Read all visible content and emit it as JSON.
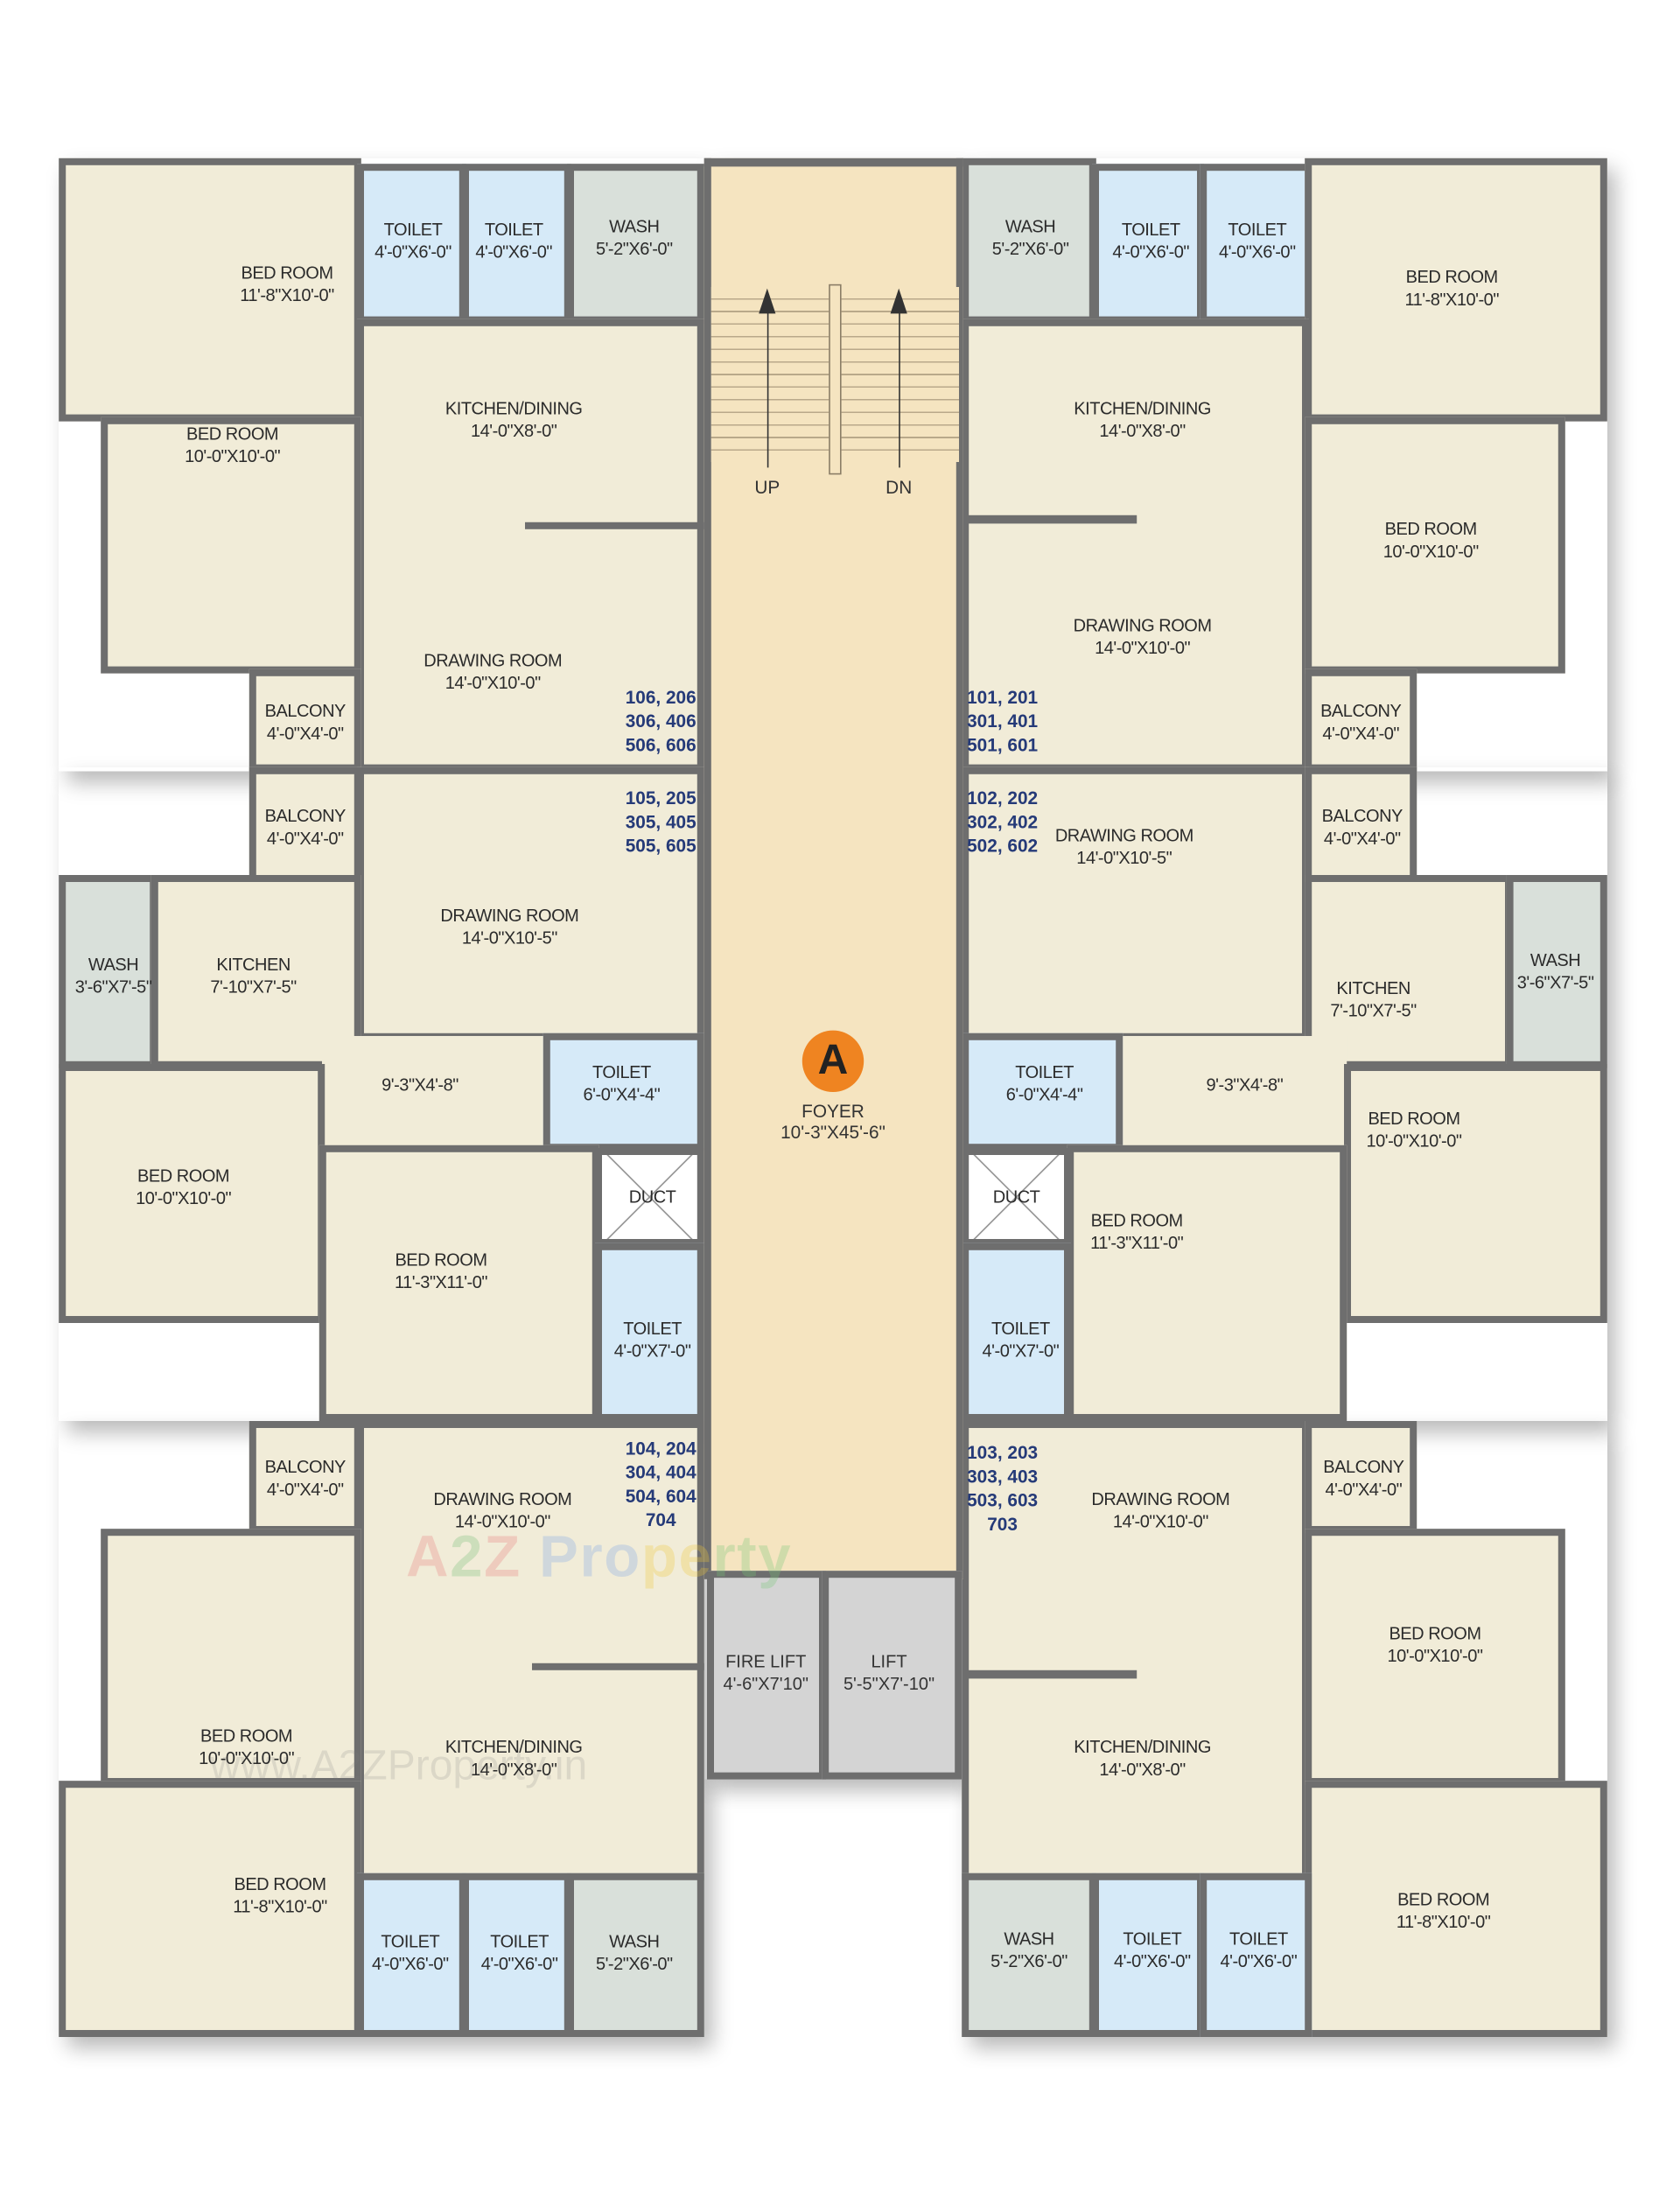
{
  "colors": {
    "wall": "#6e6e6e",
    "room": "#f1ecd8",
    "toilet": "#d6eaf8",
    "wash": "#d9e0da",
    "foyer": "#f5e4c0",
    "lift": "#d4d4d4",
    "unit_numbers": "#253a78",
    "badge": "#ef8421"
  },
  "watermark": {
    "logo": "A2Z Property",
    "url": "www.A2ZProperty.in"
  },
  "core": {
    "stairs": {
      "up": "UP",
      "down": "DN"
    },
    "badge": "A",
    "foyer": {
      "name": "FOYER",
      "size": "10'-3\"X45'-6\""
    },
    "fire_lift": {
      "name": "FIRE LIFT",
      "size": "4'-6\"X7'10\""
    },
    "lift": {
      "name": "LIFT",
      "size": "5'-5\"X7'-10\""
    }
  },
  "units": [
    {
      "numbers": [
        "106, 206",
        "306, 406",
        "506, 606"
      ],
      "rooms": [
        {
          "name": "BED ROOM",
          "size": "11'-8\"X10'-0\""
        },
        {
          "name": "TOILET",
          "size": "4'-0\"X6'-0\""
        },
        {
          "name": "TOILET",
          "size": "4'-0\"X6'-0\""
        },
        {
          "name": "WASH",
          "size": "5'-2\"X6'-0\""
        },
        {
          "name": "KITCHEN/DINING",
          "size": "14'-0\"X8'-0\""
        },
        {
          "name": "BED ROOM",
          "size": "10'-0\"X10'-0\""
        },
        {
          "name": "DRAWING ROOM",
          "size": "14'-0\"X10'-0\""
        },
        {
          "name": "BALCONY",
          "size": "4'-0\"X4'-0\""
        }
      ]
    },
    {
      "numbers": [
        "101, 201",
        "301, 401",
        "501, 601"
      ],
      "rooms": [
        {
          "name": "WASH",
          "size": "5'-2\"X6'-0\""
        },
        {
          "name": "TOILET",
          "size": "4'-0\"X6'-0\""
        },
        {
          "name": "TOILET",
          "size": "4'-0\"X6'-0\""
        },
        {
          "name": "BED ROOM",
          "size": "11'-8\"X10'-0\""
        },
        {
          "name": "KITCHEN/DINING",
          "size": "14'-0\"X8'-0\""
        },
        {
          "name": "BED ROOM",
          "size": "10'-0\"X10'-0\""
        },
        {
          "name": "DRAWING ROOM",
          "size": "14'-0\"X10'-0\""
        },
        {
          "name": "BALCONY",
          "size": "4'-0\"X4'-0\""
        }
      ]
    },
    {
      "numbers": [
        "105, 205",
        "305, 405",
        "505, 605"
      ],
      "rooms": [
        {
          "name": "BALCONY",
          "size": "4'-0\"X4'-0\""
        },
        {
          "name": "DRAWING ROOM",
          "size": "14'-0\"X10'-5\""
        },
        {
          "name": "WASH",
          "size": "3'-6\"X7'-5\""
        },
        {
          "name": "KITCHEN",
          "size": "7'-10\"X7'-5\""
        },
        {
          "name": "",
          "size": "9'-3\"X4'-8\""
        },
        {
          "name": "TOILET",
          "size": "6'-0\"X4'-4\""
        },
        {
          "name": "BED ROOM",
          "size": "10'-0\"X10'-0\""
        },
        {
          "name": "BED ROOM",
          "size": "11'-3\"X11'-0\""
        },
        {
          "name": "DUCT",
          "size": ""
        },
        {
          "name": "TOILET",
          "size": "4'-0\"X7'-0\""
        }
      ]
    },
    {
      "numbers": [
        "102, 202",
        "302, 402",
        "502, 602"
      ],
      "rooms": [
        {
          "name": "DRAWING ROOM",
          "size": "14'-0\"X10'-5\""
        },
        {
          "name": "BALCONY",
          "size": "4'-0\"X4'-0\""
        },
        {
          "name": "KITCHEN",
          "size": "7'-10\"X7'-5\""
        },
        {
          "name": "WASH",
          "size": "3'-6\"X7'-5\""
        },
        {
          "name": "",
          "size": "9'-3\"X4'-8\""
        },
        {
          "name": "TOILET",
          "size": "6'-0\"X4'-4\""
        },
        {
          "name": "BED ROOM",
          "size": "10'-0\"X10'-0\""
        },
        {
          "name": "BED ROOM",
          "size": "11'-3\"X11'-0\""
        },
        {
          "name": "DUCT",
          "size": ""
        },
        {
          "name": "TOILET",
          "size": "4'-0\"X7'-0\""
        }
      ]
    },
    {
      "numbers": [
        "104, 204",
        "304, 404",
        "504, 604",
        "704"
      ],
      "rooms": [
        {
          "name": "BALCONY",
          "size": "4'-0\"X4'-0\""
        },
        {
          "name": "DRAWING ROOM",
          "size": "14'-0\"X10'-0\""
        },
        {
          "name": "BED ROOM",
          "size": "10'-0\"X10'-0\""
        },
        {
          "name": "KITCHEN/DINING",
          "size": "14'-0\"X8'-0\""
        },
        {
          "name": "BED ROOM",
          "size": "11'-8\"X10'-0\""
        },
        {
          "name": "TOILET",
          "size": "4'-0\"X6'-0\""
        },
        {
          "name": "TOILET",
          "size": "4'-0\"X6'-0\""
        },
        {
          "name": "WASH",
          "size": "5'-2\"X6'-0\""
        }
      ]
    },
    {
      "numbers": [
        "103, 203",
        "303, 403",
        "503, 603",
        "703"
      ],
      "rooms": [
        {
          "name": "DRAWING ROOM",
          "size": "14'-0\"X10'-0\""
        },
        {
          "name": "BALCONY",
          "size": "4'-0\"X4'-0\""
        },
        {
          "name": "BED ROOM",
          "size": "10'-0\"X10'-0\""
        },
        {
          "name": "KITCHEN/DINING",
          "size": "14'-0\"X8'-0\""
        },
        {
          "name": "BED ROOM",
          "size": "11'-8\"X10'-0\""
        },
        {
          "name": "WASH",
          "size": "5'-2\"X6'-0\""
        },
        {
          "name": "TOILET",
          "size": "4'-0\"X6'-0\""
        },
        {
          "name": "TOILET",
          "size": "4'-0\"X6'-0\""
        }
      ]
    }
  ]
}
